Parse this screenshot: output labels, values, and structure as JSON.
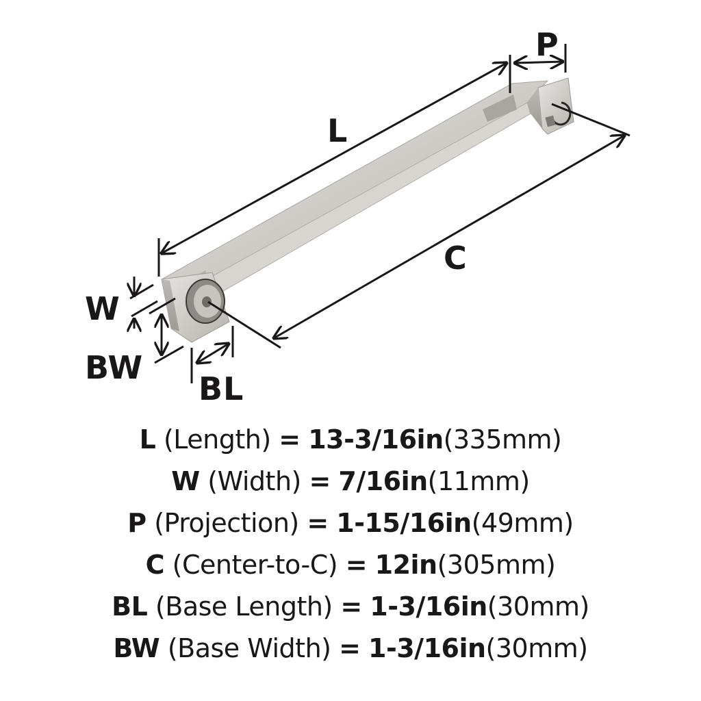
{
  "diagram": {
    "subject": "cabinet pull handle",
    "finish_color": "#c9c6c2",
    "line_color": "#1a1718",
    "labels": {
      "L": "L",
      "P": "P",
      "C": "C",
      "W": "W",
      "BW": "BW",
      "BL": "BL"
    }
  },
  "specs": [
    {
      "abbr": "L",
      "name": "(Length)",
      "eq": "=",
      "imperial": "13-3/16in",
      "metric": "(335mm)"
    },
    {
      "abbr": "W",
      "name": "(Width)",
      "eq": "=",
      "imperial": "7/16in",
      "metric": "(11mm)"
    },
    {
      "abbr": "P",
      "name": "(Projection)",
      "eq": "=",
      "imperial": "1-15/16in",
      "metric": "(49mm)"
    },
    {
      "abbr": "C",
      "name": "(Center-to-C)",
      "eq": "=",
      "imperial": "12in",
      "metric": "(305mm)"
    },
    {
      "abbr": "BL",
      "name": "(Base Length)",
      "eq": "=",
      "imperial": "1-3/16in",
      "metric": "(30mm)"
    },
    {
      "abbr": "BW",
      "name": "(Base Width)",
      "eq": "=",
      "imperial": "1-3/16in",
      "metric": "(30mm)"
    }
  ]
}
